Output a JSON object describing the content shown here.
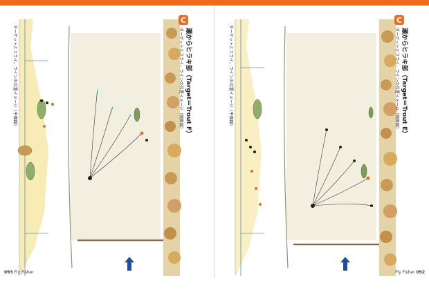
{
  "colors": {
    "accent": "#ee6a1c",
    "sand": "#f3dc7a",
    "water_line": "#1f63b0",
    "river_band": "#d9d2bb",
    "rocks": "#c99a52",
    "line": "#222222",
    "orange_dot": "#ee6a1c",
    "teal_tip": "#1ea7a0",
    "post": "#8a6a3f",
    "arrow": "#1f4fa0"
  },
  "left_page": {
    "section_letter": "C",
    "heading": "瀬からヒラキ部（Target＝Trout F）",
    "subheading": "ターゲットとフライ、ラインの位置イメージ（側面図）",
    "side_caption": "ターゲットとフライ、ラインの位置イメージ（平面図）",
    "folio_number": "093",
    "folio_brand": "Fly Fisher"
  },
  "right_page": {
    "section_letter": "C",
    "heading": "瀬からヒラキ部（Target＝Trout E）",
    "subheading": "ターゲットとフライ、ラインの位置イメージ（側面図）",
    "side_caption": "ターゲットとフライ、ラインの位置イメージ（平面図）",
    "folio_number": "092",
    "folio_brand": "Fly Fisher"
  },
  "icons": [
    "trout-icon",
    "rock-icon",
    "arrow-icon",
    "fly-dot-icon"
  ]
}
